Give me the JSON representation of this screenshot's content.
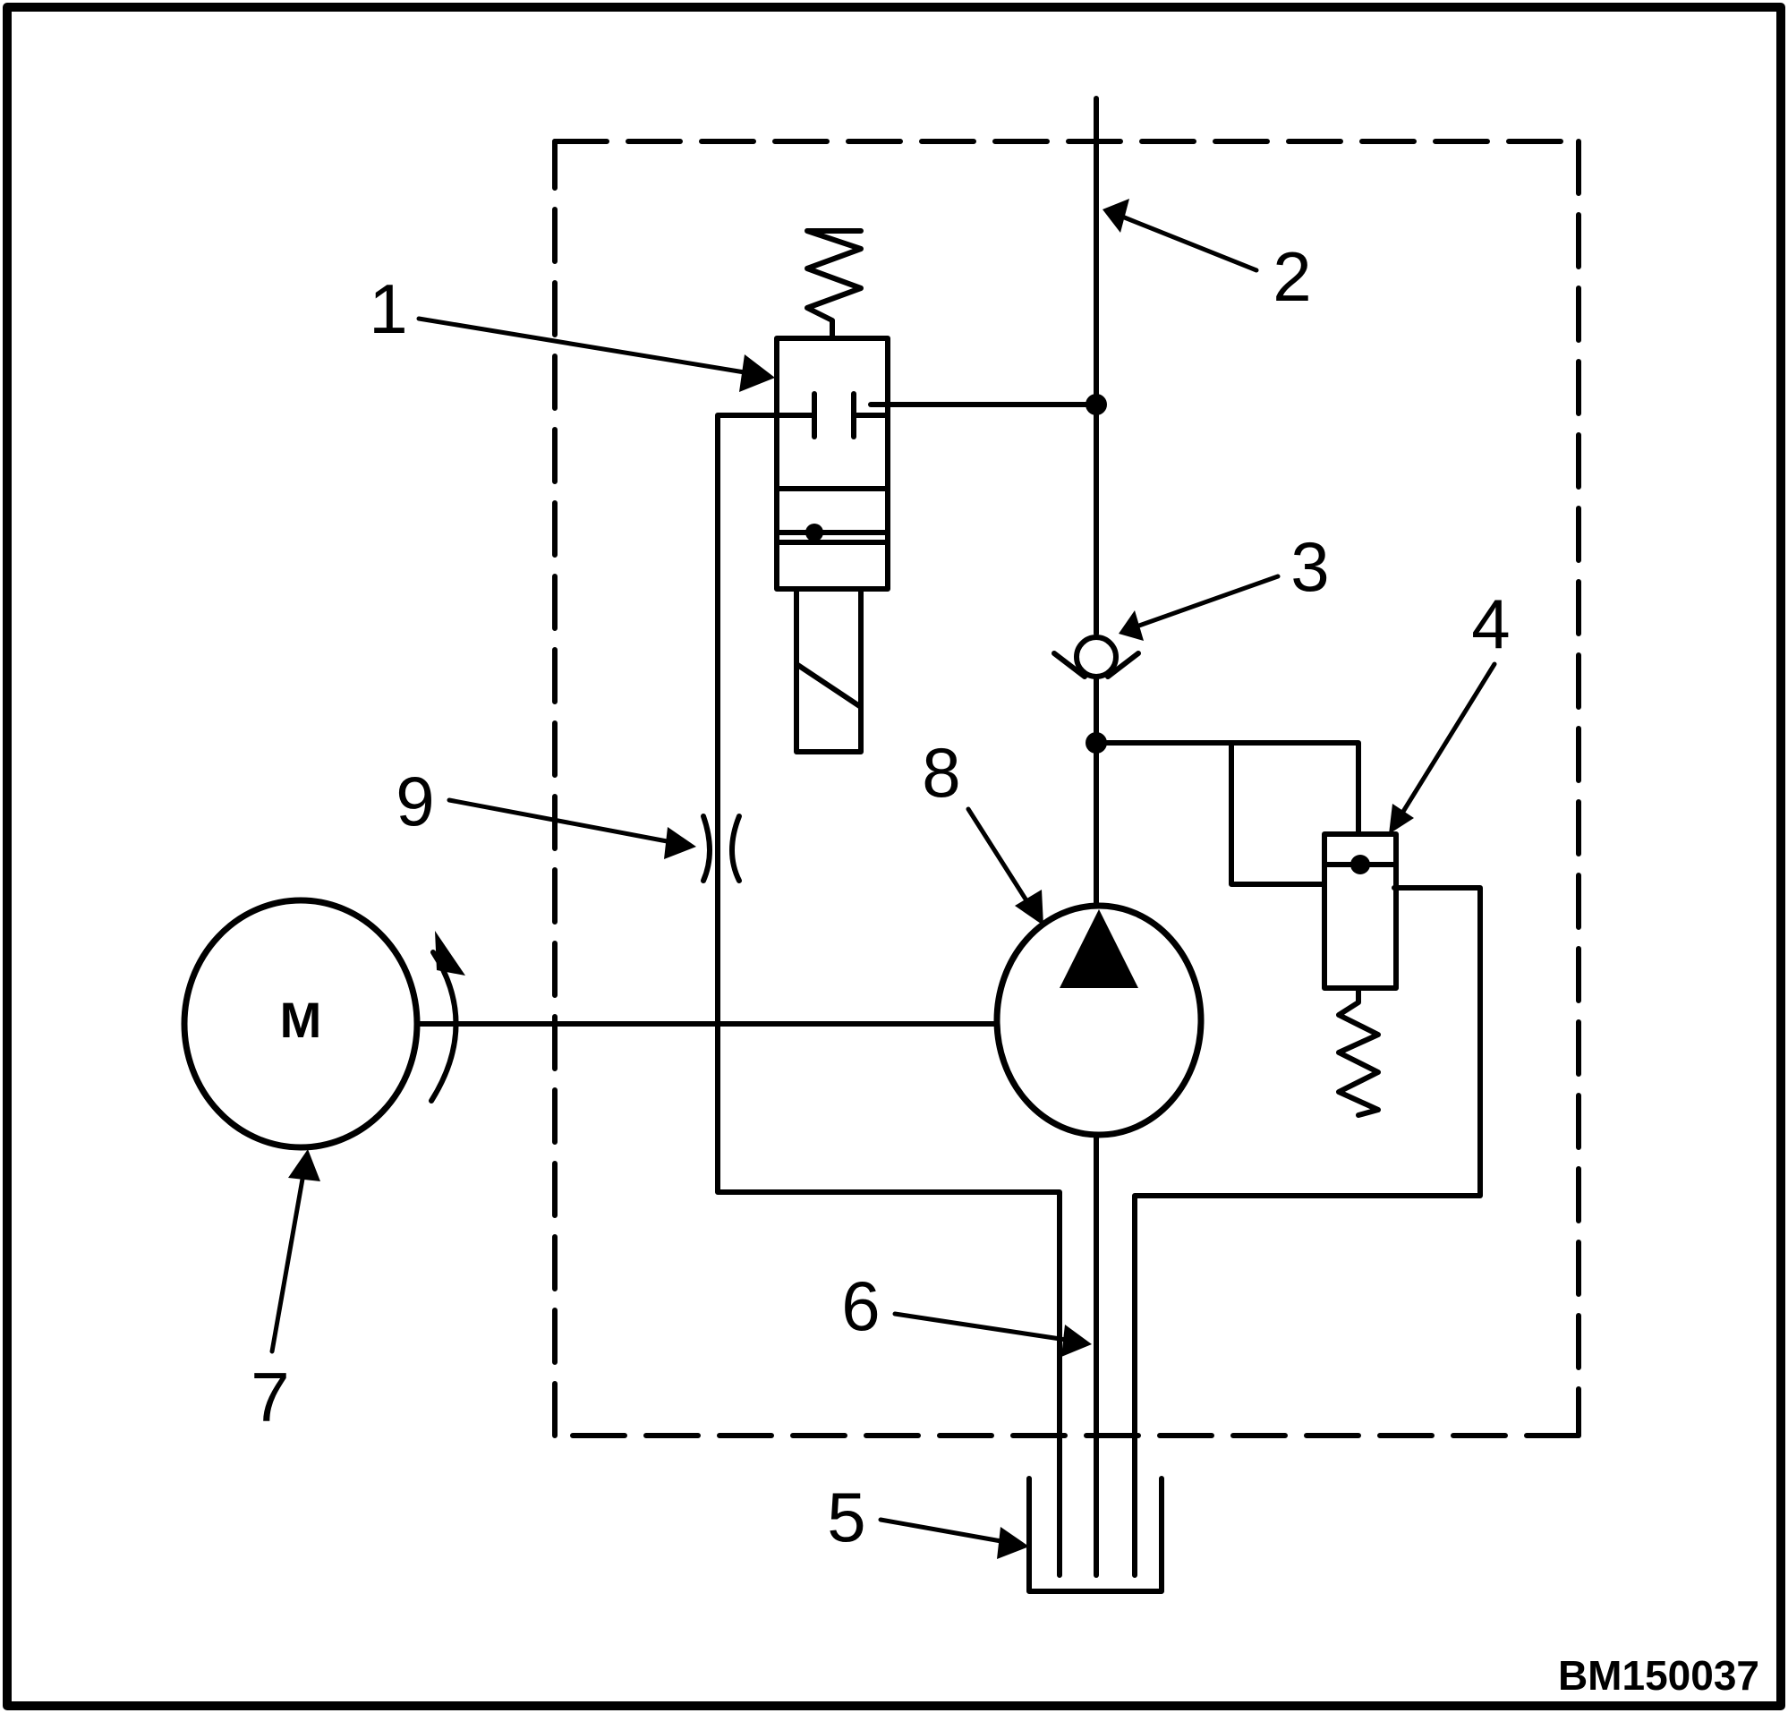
{
  "callouts": {
    "c1": "1",
    "c2": "2",
    "c3": "3",
    "c4": "4",
    "c5": "5",
    "c6": "6",
    "c7": "7",
    "c8": "8",
    "c9": "9"
  },
  "motor_label": "M",
  "figure_code": "BM150037"
}
